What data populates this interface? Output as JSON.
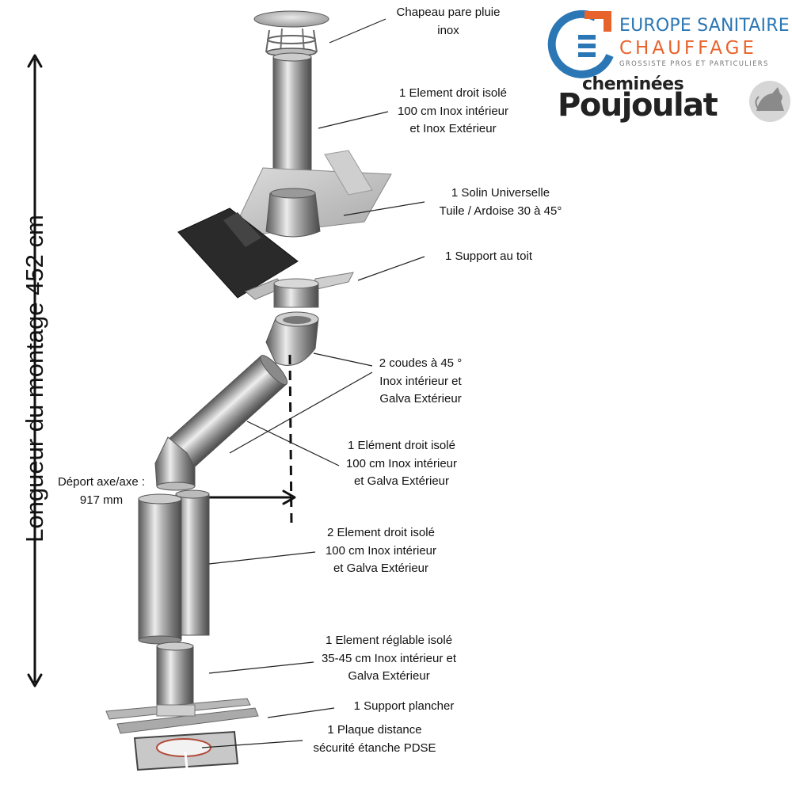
{
  "brands": {
    "europe_sanitaire": {
      "line1": "EUROPE SANITAIRE",
      "line2": "CHAUFFAGE",
      "tagline": "GROSSISTE PROS ET PARTICULIERS",
      "blue": "#2b77b5",
      "orange": "#e8632b"
    },
    "poujoulat": {
      "line1": "cheminées",
      "line2": "Poujoulat",
      "mascot": "cat-emblem"
    }
  },
  "dimension": {
    "text": "Longueur du montage  452 cm"
  },
  "offset": {
    "line1": "Déport axe/axe :",
    "line2": "917 mm"
  },
  "parts": [
    {
      "lines": [
        "Chapeau pare pluie",
        "inox"
      ]
    },
    {
      "lines": [
        "1 Element droit isolé",
        "100 cm Inox intérieur",
        "et Inox Extérieur"
      ]
    },
    {
      "lines": [
        "1 Solin Universelle",
        "Tuile / Ardoise 30 à 45°"
      ]
    },
    {
      "lines": [
        "1 Support au toit"
      ]
    },
    {
      "lines": [
        "2 coudes à 45 °",
        "Inox intérieur et",
        "Galva Extérieur"
      ]
    },
    {
      "lines": [
        "1 Elément droit isolé",
        "100 cm Inox intérieur",
        "et Galva Extérieur"
      ]
    },
    {
      "lines": [
        "2 Element droit isolé",
        "100 cm Inox intérieur",
        "et Galva Extérieur"
      ]
    },
    {
      "lines": [
        "1 Element réglable isolé",
        "35-45 cm Inox intérieur et",
        "Galva Extérieur"
      ]
    },
    {
      "lines": [
        "1 Support plancher"
      ]
    },
    {
      "lines": [
        "1 Plaque distance",
        "sécurité étanche PDSE"
      ]
    }
  ]
}
